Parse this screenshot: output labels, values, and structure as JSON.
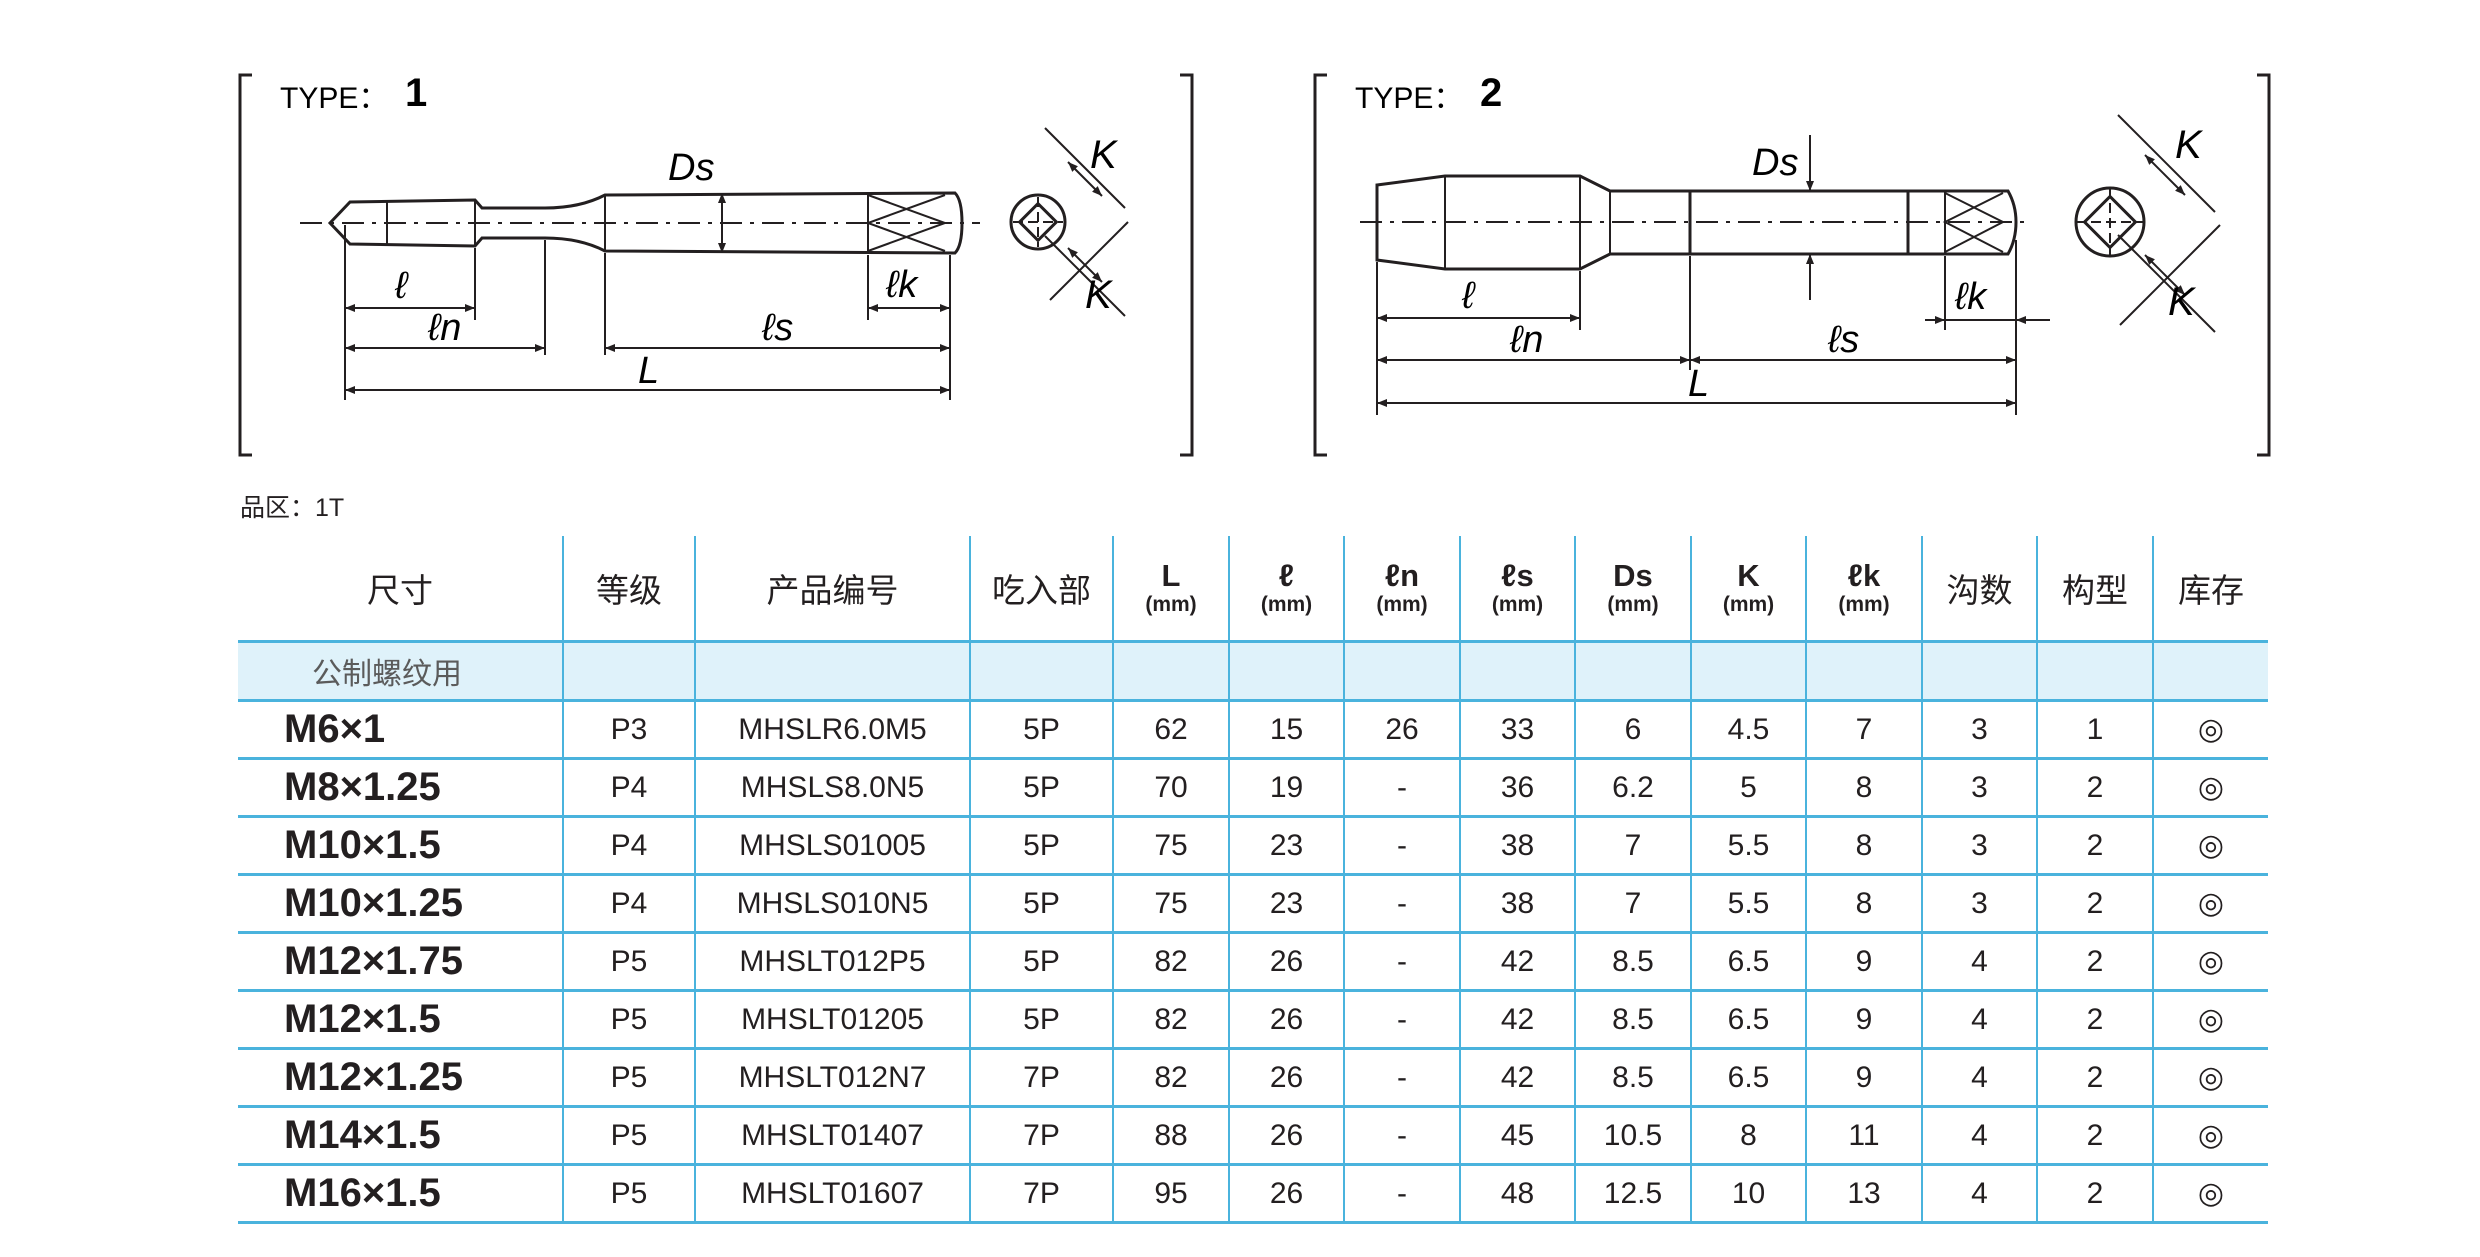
{
  "diagram": {
    "type1": {
      "label": "TYPE：",
      "number": "1"
    },
    "type2": {
      "label": "TYPE：",
      "number": "2"
    },
    "dims": {
      "Ds": "Ds",
      "l": "ℓ",
      "ln": "ℓn",
      "ls": "ℓs",
      "lk": "ℓk",
      "L": "L",
      "K": "K"
    }
  },
  "note": "品区：1T",
  "table": {
    "headers": [
      {
        "text": "尺寸"
      },
      {
        "text": "等级"
      },
      {
        "text": "产品编号"
      },
      {
        "text": "吃入部"
      },
      {
        "sym": "L",
        "unit": "(mm)"
      },
      {
        "sym": "ℓ",
        "unit": "(mm)"
      },
      {
        "sym": "ℓn",
        "unit": "(mm)"
      },
      {
        "sym": "ℓs",
        "unit": "(mm)"
      },
      {
        "sym": "Ds",
        "unit": "(mm)"
      },
      {
        "sym": "K",
        "unit": "(mm)"
      },
      {
        "sym": "ℓk",
        "unit": "(mm)"
      },
      {
        "text": "沟数"
      },
      {
        "text": "构型"
      },
      {
        "text": "库存"
      }
    ],
    "category": "公制螺纹用",
    "rows": [
      [
        "M6×1",
        "P3",
        "MHSLR6.0M5",
        "5P",
        "62",
        "15",
        "26",
        "33",
        "6",
        "4.5",
        "7",
        "3",
        "1",
        "◎"
      ],
      [
        "M8×1.25",
        "P4",
        "MHSLS8.0N5",
        "5P",
        "70",
        "19",
        "-",
        "36",
        "6.2",
        "5",
        "8",
        "3",
        "2",
        "◎"
      ],
      [
        "M10×1.5",
        "P4",
        "MHSLS01005",
        "5P",
        "75",
        "23",
        "-",
        "38",
        "7",
        "5.5",
        "8",
        "3",
        "2",
        "◎"
      ],
      [
        "M10×1.25",
        "P4",
        "MHSLS010N5",
        "5P",
        "75",
        "23",
        "-",
        "38",
        "7",
        "5.5",
        "8",
        "3",
        "2",
        "◎"
      ],
      [
        "M12×1.75",
        "P5",
        "MHSLT012P5",
        "5P",
        "82",
        "26",
        "-",
        "42",
        "8.5",
        "6.5",
        "9",
        "4",
        "2",
        "◎"
      ],
      [
        "M12×1.5",
        "P5",
        "MHSLT01205",
        "5P",
        "82",
        "26",
        "-",
        "42",
        "8.5",
        "6.5",
        "9",
        "4",
        "2",
        "◎"
      ],
      [
        "M12×1.25",
        "P5",
        "MHSLT012N7",
        "7P",
        "82",
        "26",
        "-",
        "42",
        "8.5",
        "6.5",
        "9",
        "4",
        "2",
        "◎"
      ],
      [
        "M14×1.5",
        "P5",
        "MHSLT01407",
        "7P",
        "88",
        "26",
        "-",
        "45",
        "10.5",
        "8",
        "11",
        "4",
        "2",
        "◎"
      ],
      [
        "M16×1.5",
        "P5",
        "MHSLT01607",
        "7P",
        "95",
        "26",
        "-",
        "48",
        "12.5",
        "10",
        "13",
        "4",
        "2",
        "◎"
      ]
    ]
  }
}
